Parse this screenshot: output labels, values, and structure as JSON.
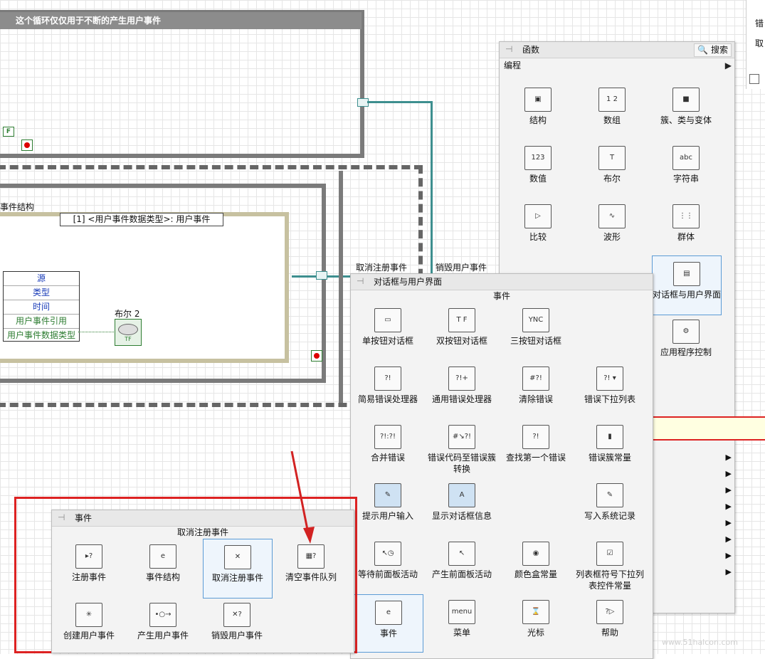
{
  "diagram": {
    "loop_title": "这个循环仅仅用于不断的产生用户事件",
    "event_struct_label": "事件结构",
    "event_selector": "[1] <用户事件数据类型>: 用户事件",
    "cluster_fields": [
      "源",
      "类型",
      "时间",
      "用户事件引用",
      "用户事件数据类型"
    ],
    "bool_label": "布尔 2",
    "const_false": "F",
    "unregister_label": "取消注册事件",
    "destroy_label": "销毁用户事件"
  },
  "functions_palette": {
    "title": "函数",
    "search_label": "搜索",
    "category": "编程",
    "items": [
      {
        "label": "结构",
        "icon": "structure-icon"
      },
      {
        "label": "数组",
        "icon": "array-icon"
      },
      {
        "label": "簇、类与变体",
        "icon": "cluster-icon"
      },
      {
        "label": "数值",
        "icon": "numeric-icon"
      },
      {
        "label": "布尔",
        "icon": "boolean-icon"
      },
      {
        "label": "字符串",
        "icon": "string-icon"
      },
      {
        "label": "比较",
        "icon": "comparison-icon"
      },
      {
        "label": "波形",
        "icon": "waveform-icon"
      },
      {
        "label": "群体",
        "icon": "group-icon"
      },
      {
        "label": "对话框与用户界面",
        "icon": "dialog-icon"
      },
      {
        "label": "应用程序控制",
        "icon": "app-control-icon"
      }
    ]
  },
  "dialog_palette": {
    "title": "对话框与用户界面",
    "hover_label": "事件",
    "items": [
      {
        "label": "单按钮对话框",
        "icon": "one-button-icon"
      },
      {
        "label": "双按钮对话框",
        "icon": "two-button-icon"
      },
      {
        "label": "三按钮对话框",
        "icon": "three-button-icon"
      },
      {
        "label": "简易错误处理器",
        "icon": "simple-error-icon"
      },
      {
        "label": "通用错误处理器",
        "icon": "general-error-icon"
      },
      {
        "label": "清除错误",
        "icon": "clear-error-icon"
      },
      {
        "label": "错误下拉列表",
        "icon": "error-ring-icon"
      },
      {
        "label": "合并错误",
        "icon": "merge-error-icon"
      },
      {
        "label": "错误代码至错误簇转换",
        "icon": "error-code-icon"
      },
      {
        "label": "查找第一个错误",
        "icon": "find-error-icon"
      },
      {
        "label": "错误簇常量",
        "icon": "error-cluster-icon"
      },
      {
        "label": "提示用户输入",
        "icon": "prompt-icon"
      },
      {
        "label": "显示对话框信息",
        "icon": "display-dialog-icon"
      },
      {
        "label": "写入系统记录",
        "icon": "syslog-icon"
      },
      {
        "label": "等待前面板活动",
        "icon": "wait-fp-icon"
      },
      {
        "label": "产生前面板活动",
        "icon": "generate-fp-icon"
      },
      {
        "label": "颜色盒常量",
        "icon": "color-box-icon"
      },
      {
        "label": "列表框符号下拉列表控件常量",
        "icon": "listbox-icon"
      },
      {
        "label": "事件",
        "icon": "events-icon"
      },
      {
        "label": "菜单",
        "icon": "menu-icon"
      },
      {
        "label": "光标",
        "icon": "cursor-icon"
      },
      {
        "label": "帮助",
        "icon": "help-icon"
      }
    ]
  },
  "events_palette": {
    "title": "事件",
    "hover_label": "取消注册事件",
    "items": [
      {
        "label": "注册事件",
        "icon": "register-events-icon"
      },
      {
        "label": "事件结构",
        "icon": "event-structure-icon"
      },
      {
        "label": "取消注册事件",
        "icon": "unregister-events-icon"
      },
      {
        "label": "清空事件队列",
        "icon": "flush-queue-icon"
      },
      {
        "label": "创建用户事件",
        "icon": "create-user-event-icon"
      },
      {
        "label": "产生用户事件",
        "icon": "generate-user-event-icon"
      },
      {
        "label": "销毁用户事件",
        "icon": "destroy-user-event-icon"
      }
    ]
  },
  "corner_panel": {
    "line1": "错",
    "line2": "取"
  },
  "watermark": "www.51halcon.com",
  "colors": {
    "highlight_red": "#d22222",
    "selection_blue": "#5b9bd5",
    "wire_teal": "#3d8f8f",
    "tooltip_yellow": "#ffffe1"
  }
}
